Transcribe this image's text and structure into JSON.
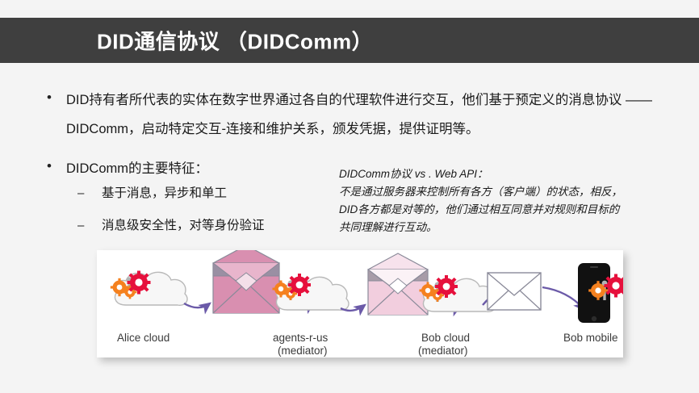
{
  "slide": {
    "background_color": "#f4f4f4",
    "banner_color": "#3f3f3f",
    "accent_pink": "#d98fb0",
    "accent_light_pink": "#f2cede",
    "accent_purple": "#6b5aa8",
    "accent_orange": "#f5811f",
    "accent_crimson": "#e6103c"
  },
  "title": {
    "text": "DID通信协议 （DIDComm）"
  },
  "bullets": [
    {
      "marker": "•",
      "text": "DID持有者所代表的实体在数字世界通过各自的代理软件进行交互，他们基于预定义的消息协议 —— DIDComm，启动特定交互-连接和维护关系，颁发凭据，提供证明等。"
    },
    {
      "marker": "•",
      "text": "DIDComm的主要特征："
    }
  ],
  "sub_bullets": [
    {
      "marker": "–",
      "text": "基于消息，异步和单工"
    },
    {
      "marker": "–",
      "text": "消息级安全性，对等身份验证"
    }
  ],
  "side_note": {
    "line1": "DIDComm协议 vs . Web API：",
    "line2": "不是通过服务器来控制所有各方（客户端）的状态，相反，",
    "line3": "DID各方都是对等的，他们通过相互同意并对规则和目标的",
    "line4": "共同理解进行互动。"
  },
  "diagram": {
    "nodes": [
      {
        "id": "alice-cloud",
        "label_line1": "Alice cloud",
        "label_line2": "",
        "type": "cloud"
      },
      {
        "id": "agents-r-us",
        "label_line1": "agents-r-us",
        "label_line2": "(mediator)",
        "type": "cloud"
      },
      {
        "id": "bob-cloud",
        "label_line1": "Bob cloud",
        "label_line2": "(mediator)",
        "type": "cloud"
      },
      {
        "id": "bob-mobile",
        "label_line1": "Bob mobile",
        "label_line2": "",
        "type": "phone"
      }
    ],
    "envelopes": [
      {
        "id": "envelope-1",
        "fill": "#d98fb0",
        "style": "open"
      },
      {
        "id": "envelope-2",
        "fill": "#f2cede",
        "style": "open"
      },
      {
        "id": "envelope-3",
        "fill": "#ffffff",
        "style": "closed"
      }
    ]
  }
}
